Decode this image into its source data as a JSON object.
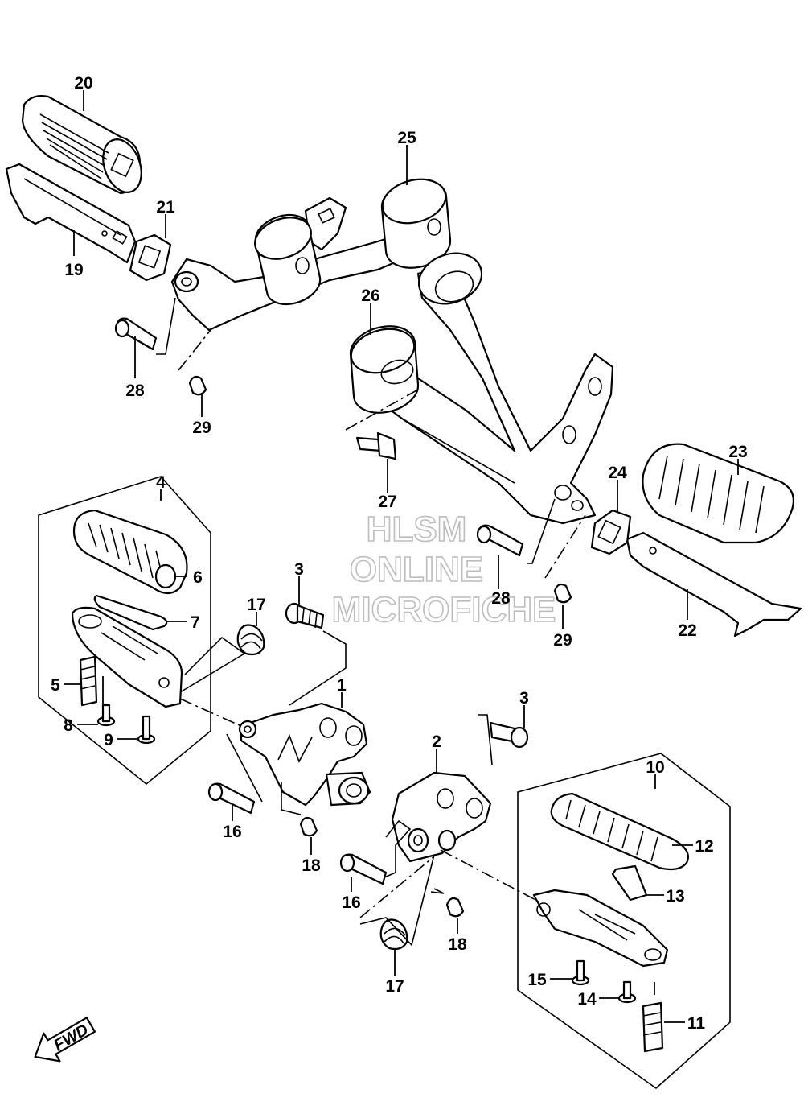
{
  "callouts": [
    {
      "id": "20",
      "text": "20"
    },
    {
      "id": "25",
      "text": "25"
    },
    {
      "id": "21",
      "text": "21"
    },
    {
      "id": "19",
      "text": "19"
    },
    {
      "id": "26",
      "text": "26"
    },
    {
      "id": "28a",
      "text": "28"
    },
    {
      "id": "29a",
      "text": "29"
    },
    {
      "id": "24",
      "text": "24"
    },
    {
      "id": "23",
      "text": "23"
    },
    {
      "id": "27",
      "text": "27"
    },
    {
      "id": "4",
      "text": "4"
    },
    {
      "id": "6",
      "text": "6"
    },
    {
      "id": "7",
      "text": "7"
    },
    {
      "id": "3a",
      "text": "3"
    },
    {
      "id": "17a",
      "text": "17"
    },
    {
      "id": "28b",
      "text": "28"
    },
    {
      "id": "29b",
      "text": "29"
    },
    {
      "id": "22",
      "text": "22"
    },
    {
      "id": "5",
      "text": "5"
    },
    {
      "id": "8",
      "text": "8"
    },
    {
      "id": "9",
      "text": "9"
    },
    {
      "id": "1",
      "text": "1"
    },
    {
      "id": "3b",
      "text": "3"
    },
    {
      "id": "2",
      "text": "2"
    },
    {
      "id": "10",
      "text": "10"
    },
    {
      "id": "16a",
      "text": "16"
    },
    {
      "id": "18a",
      "text": "18"
    },
    {
      "id": "12",
      "text": "12"
    },
    {
      "id": "16b",
      "text": "16"
    },
    {
      "id": "13",
      "text": "13"
    },
    {
      "id": "18b",
      "text": "18"
    },
    {
      "id": "17b",
      "text": "17"
    },
    {
      "id": "15",
      "text": "15"
    },
    {
      "id": "14",
      "text": "14"
    },
    {
      "id": "11",
      "text": "11"
    }
  ],
  "watermark": {
    "line1": "HLSM",
    "line2": "ONLINE",
    "line3": "MICROFICHE",
    "color": "#bdbdbd"
  },
  "fwd_label": "FWD",
  "colors": {
    "ink": "#000000",
    "paper": "#ffffff"
  }
}
